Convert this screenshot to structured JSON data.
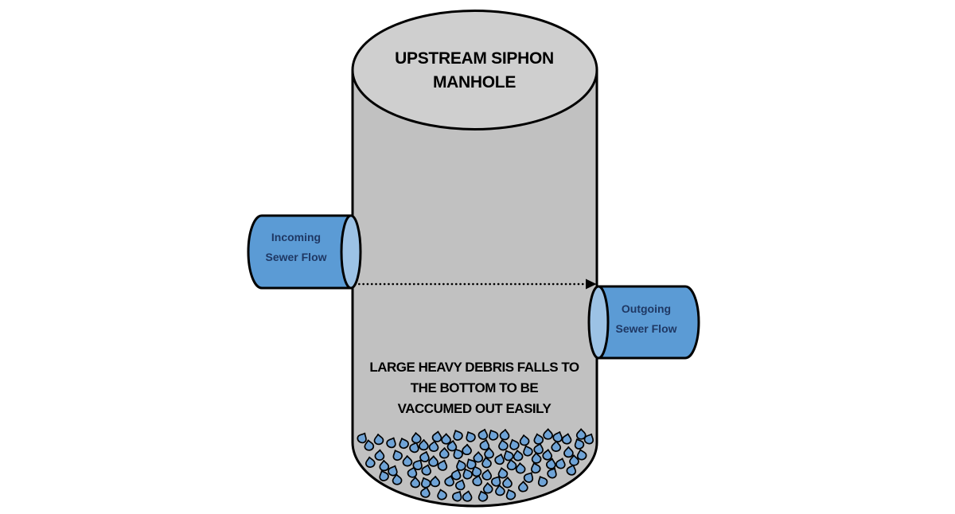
{
  "diagram": {
    "kind": "sewer-siphon-manhole-illustration",
    "title": {
      "line1": "UPSTREAM SIPHON",
      "line2": "MANHOLE"
    },
    "incoming_pipe": {
      "line1": "Incoming",
      "line2": "Sewer Flow"
    },
    "outgoing_pipe": {
      "line1": "Outgoing",
      "line2": "Sewer Flow"
    },
    "caption": {
      "line1": "LARGE HEAVY DEBRIS FALLS TO",
      "line2": "THE BOTTOM TO BE",
      "line3": "VACCUMED OUT EASILY"
    },
    "debris": {
      "count": 92,
      "icon": "water-droplet-icon"
    },
    "colors": {
      "background": "#FFFFFF",
      "manhole_body": "#C1C1C1",
      "manhole_lid": "#CFCFCF",
      "pipe": "#5B9BD5",
      "pipe_opening": "#9CC2E5",
      "droplet": "#6FA3D6",
      "pipe_label_text": "#1F3864",
      "outline": "#000000"
    }
  }
}
